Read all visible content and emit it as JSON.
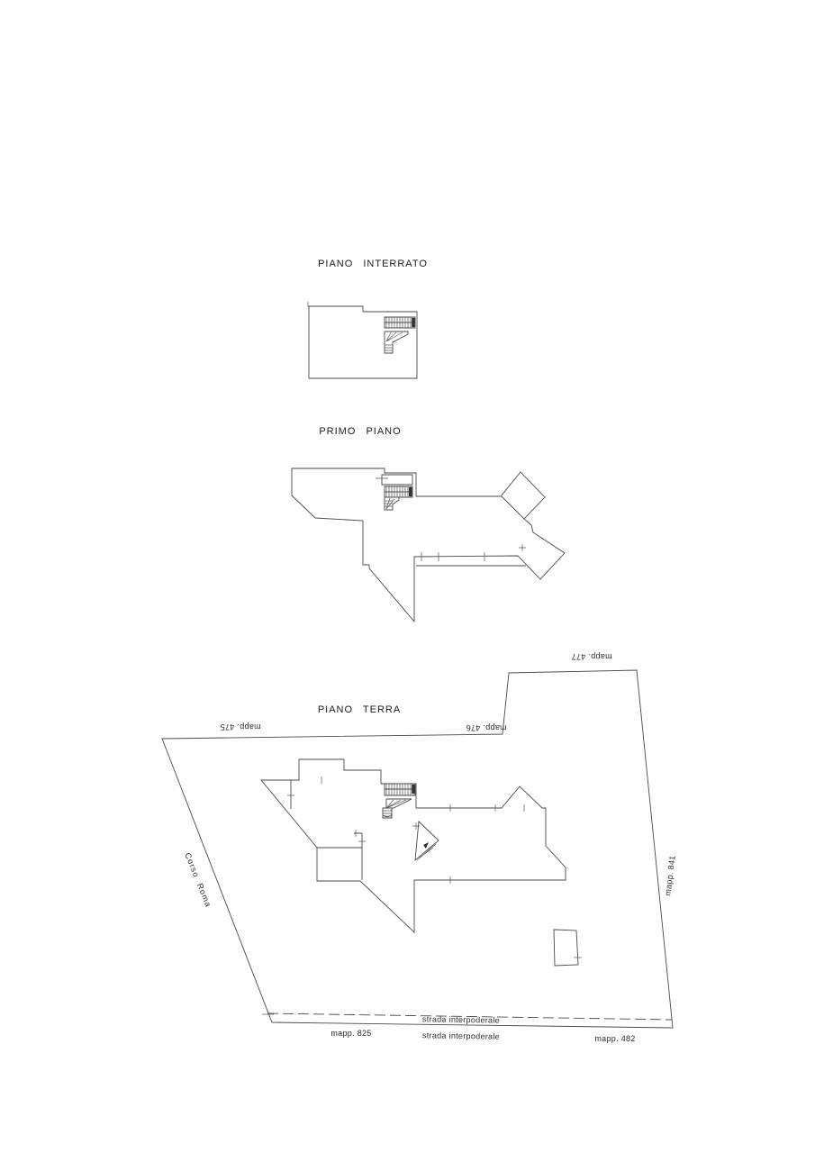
{
  "titles": {
    "interrato": "PIANO INTERRATO",
    "primo": "PRIMO PIANO",
    "terra": "PIANO TERRA"
  },
  "parcel_labels": {
    "mapp475": "mapp. 475",
    "mapp476": "mapp. 476",
    "mapp477": "mapp. 477",
    "mapp841": "mapp. 841",
    "mapp825": "mapp. 825",
    "mapp482": "mapp. 482"
  },
  "street_labels": {
    "corso_roma": "Corso Roma",
    "strada_upper": "strada interpoderale",
    "strada_lower": "strada interpoderale"
  },
  "colors": {
    "background": "#ffffff",
    "line": "#4a4a4a",
    "text": "#2a2a2a"
  }
}
